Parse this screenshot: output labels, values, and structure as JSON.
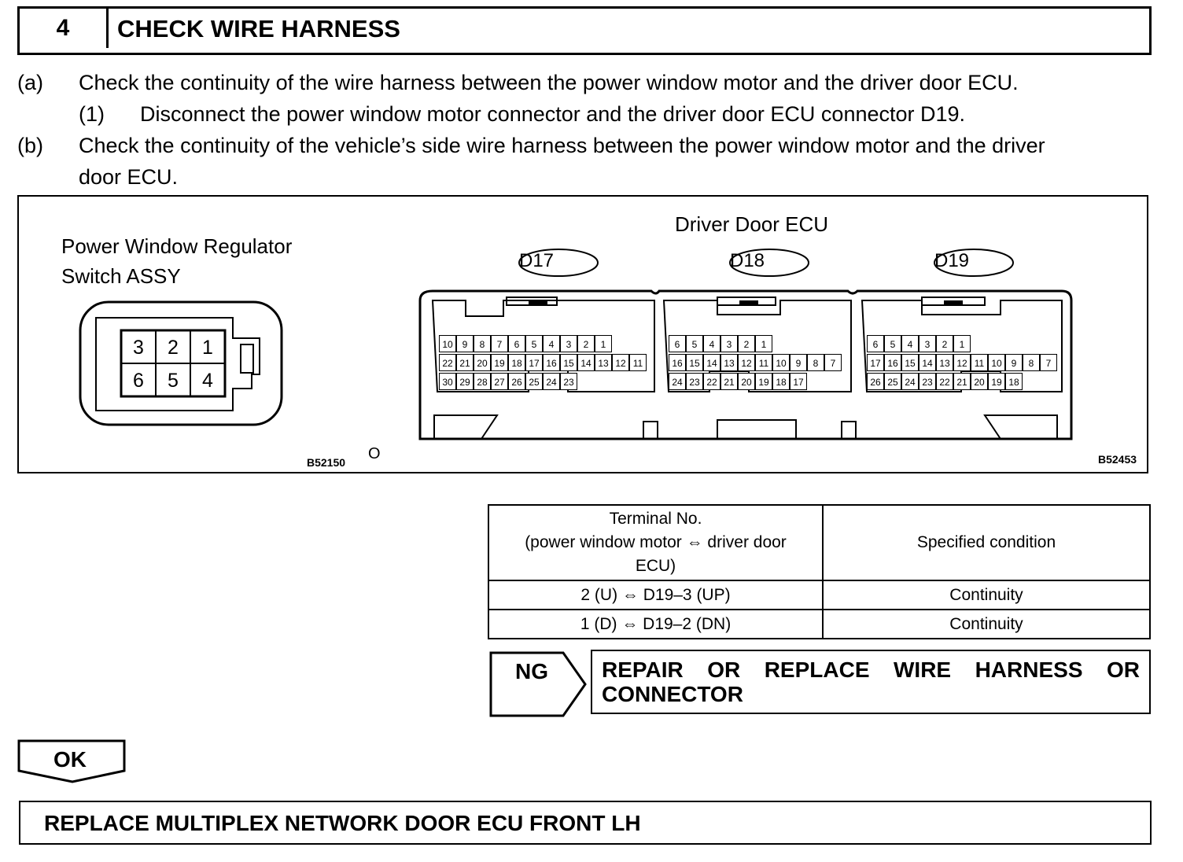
{
  "header": {
    "step_number": "4",
    "title": "CHECK WIRE HARNESS"
  },
  "instructions": {
    "a_marker": "(a)",
    "a_text": "Check the continuity of the wire harness between the power window motor and the driver door ECU.",
    "a1_marker": "(1)",
    "a1_text": "Disconnect the power window motor connector and the driver door ECU connector D19.",
    "b_marker": "(b)",
    "b_text_line1": "Check the continuity of the vehicle’s side wire harness between the power window motor and the driver",
    "b_text_line2": "door ECU."
  },
  "figure": {
    "left_title_line1": "Power Window Regulator",
    "left_title_line2": "Switch ASSY",
    "switch_pins_top": [
      "3",
      "2",
      "1"
    ],
    "switch_pins_bottom": [
      "6",
      "5",
      "4"
    ],
    "left_code": "B52150",
    "left_mark": "O",
    "ecu_title": "Driver Door ECU",
    "connector_labels": [
      "D17",
      "D18",
      "D19"
    ],
    "right_code": "B52453",
    "d17_rows": [
      [
        "10",
        "9",
        "8",
        "7",
        "6",
        "5",
        "4",
        "3",
        "2",
        "1"
      ],
      [
        "22",
        "21",
        "20",
        "19",
        "18",
        "17",
        "16",
        "15",
        "14",
        "13",
        "12",
        "11"
      ],
      [
        "30",
        "29",
        "28",
        "27",
        "26",
        "25",
        "24",
        "23"
      ]
    ],
    "d18_rows": [
      [
        "6",
        "5",
        "4",
        "3",
        "2",
        "1"
      ],
      [
        "16",
        "15",
        "14",
        "13",
        "12",
        "11",
        "10",
        "9",
        "8",
        "7"
      ],
      [
        "24",
        "23",
        "22",
        "21",
        "20",
        "19",
        "18",
        "17"
      ]
    ],
    "d19_rows": [
      [
        "6",
        "5",
        "4",
        "3",
        "2",
        "1"
      ],
      [
        "17",
        "16",
        "15",
        "14",
        "13",
        "12",
        "11",
        "10",
        "9",
        "8",
        "7"
      ],
      [
        "26",
        "25",
        "24",
        "23",
        "22",
        "21",
        "20",
        "19",
        "18"
      ]
    ]
  },
  "table": {
    "header_col1_line1": "Terminal No.",
    "header_col1_line2": "(power window motor ⇔ driver door",
    "header_col1_line3": "ECU)",
    "header_col2": "Specified condition",
    "rows": [
      {
        "terminal": "2 (U) ⇔ D19–3 (UP)",
        "condition": "Continuity"
      },
      {
        "terminal": "1 (D) ⇔ D19–2 (DN)",
        "condition": "Continuity"
      }
    ]
  },
  "ng": {
    "label": "NG",
    "action": "REPAIR OR REPLACE WIRE HARNESS OR CONNECTOR"
  },
  "ok": {
    "label": "OK"
  },
  "final_action": "REPLACE MULTIPLEX NETWORK DOOR ECU FRONT LH"
}
